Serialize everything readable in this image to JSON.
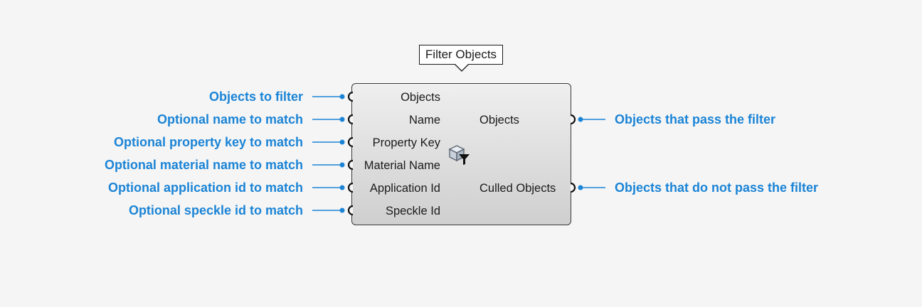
{
  "tooltip": {
    "title": "Filter Objects"
  },
  "component": {
    "inputs": [
      {
        "label": "Objects",
        "annotation": "Objects to filter"
      },
      {
        "label": "Name",
        "annotation": "Optional name to match"
      },
      {
        "label": "Property Key",
        "annotation": "Optional property key to match"
      },
      {
        "label": "Material Name",
        "annotation": "Optional material name to match"
      },
      {
        "label": "Application Id",
        "annotation": "Optional application id to match"
      },
      {
        "label": "Speckle Id",
        "annotation": "Optional speckle id to match"
      }
    ],
    "outputs": [
      {
        "label": "Objects",
        "annotation": "Objects that pass the filter"
      },
      {
        "label": "Culled Objects",
        "annotation": "Objects that do not pass the filter"
      }
    ],
    "icon": "speckle-filter-icon"
  },
  "colors": {
    "annotation": "#1b84d6",
    "background": "#f5f5f5",
    "component_border": "#3a3a3a"
  }
}
